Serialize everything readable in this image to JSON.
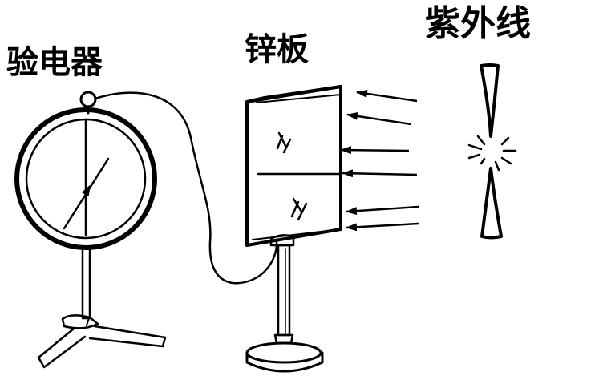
{
  "labels": {
    "electroscope": "验电器",
    "zinc_plate": "锌板",
    "uv_light": "紫外线"
  },
  "colors": {
    "ink": "#000000",
    "background": "#ffffff"
  },
  "icons": {
    "electroscope": "electroscope-icon",
    "zinc_plate": "zinc-plate-icon",
    "uv_lamp": "uv-lamp-icon",
    "light_rays": "arrow-icon"
  }
}
